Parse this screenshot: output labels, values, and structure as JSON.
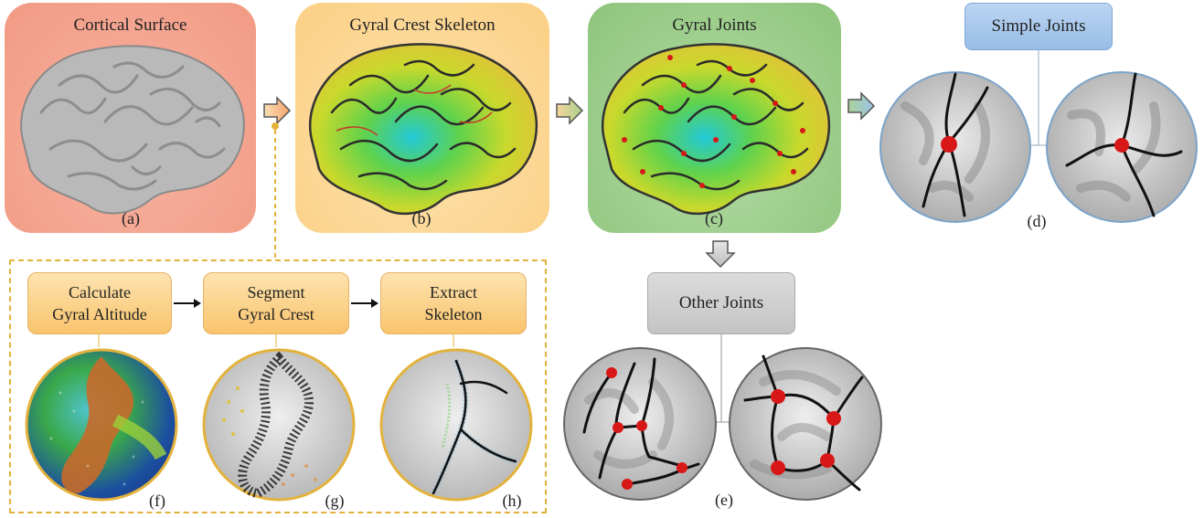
{
  "panels": {
    "a": {
      "title": "Cortical Surface",
      "caption": "(a)"
    },
    "b": {
      "title": "Gyral Crest Skeleton",
      "caption": "(b)"
    },
    "c": {
      "title": "Gyral Joints",
      "caption": "(c)"
    }
  },
  "simple_joints": {
    "label": "Simple Joints",
    "caption": "(d)"
  },
  "other_joints": {
    "label": "Other Joints",
    "caption": "(e)"
  },
  "pipeline": {
    "steps": [
      {
        "line1": "Calculate",
        "line2": "Gyral Altitude",
        "caption": "(f)"
      },
      {
        "line1": "Segment",
        "line2": "Gyral Crest",
        "caption": "(g)"
      },
      {
        "line1": "Extract",
        "line2": "Skeleton",
        "caption": "(h)"
      }
    ]
  },
  "colors": {
    "panel_a": "#f4a48e",
    "panel_b": "#fcd592",
    "panel_c": "#9fd08f",
    "simple_box": "#a9c8ec",
    "other_box": "#d3d3d3",
    "dashed_border": "#e3b23c",
    "joint_red": "#d81818"
  }
}
